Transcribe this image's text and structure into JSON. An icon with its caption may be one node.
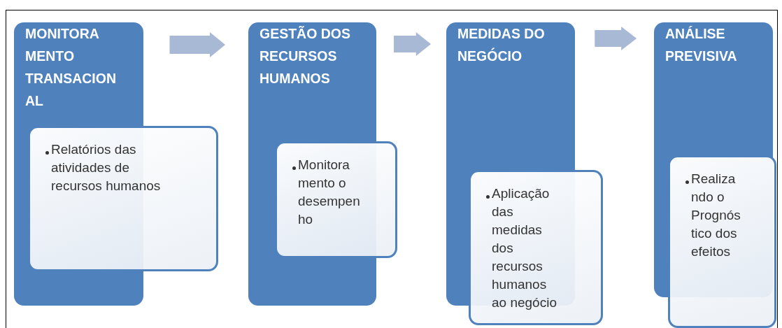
{
  "diagram": {
    "nodes": [
      {
        "text": [
          "MONITORA MENTO TRANSACION AL"
        ]
      },
      {
        "text": [
          "Relatórios das atividades de recursos humanos"
        ]
      },
      {
        "text": [
          "GESTÃO DOS RECURSOS HUMANOS"
        ]
      },
      {
        "text": [
          "Monitora mento o desempen ho"
        ]
      },
      {
        "text": [
          "MEDIDAS DO NEGÓCIO"
        ]
      },
      {
        "text": [
          "Aplicação das medidas dos recursos humanos ao negócio"
        ]
      },
      {
        "text": [
          "ANÁLISE PREVISIVA"
        ]
      },
      {
        "text": [
          "Realiza ndo o Prognós tico dos efeitos"
        ]
      }
    ],
    "edges": [
      {
        "from": 0,
        "to": 2,
        "arrow": "to"
      },
      {
        "from": 2,
        "to": 4,
        "arrow": "to"
      },
      {
        "from": 4,
        "to": 6,
        "arrow": "to"
      }
    ]
  }
}
